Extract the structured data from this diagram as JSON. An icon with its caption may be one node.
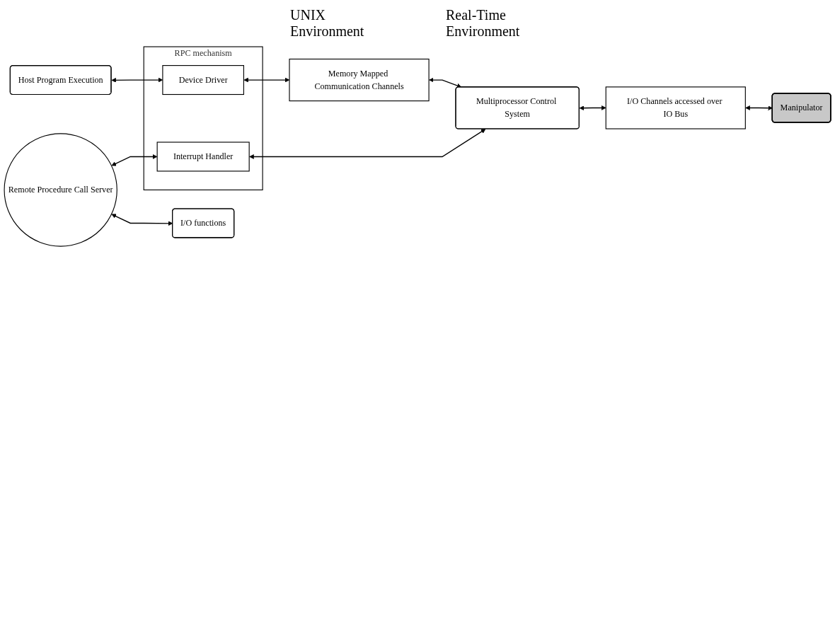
{
  "diagram": {
    "nodes": [
      {
        "text": [
          "Host Program Execution"
        ]
      },
      {
        "text": [
          "RPC mechanism"
        ]
      },
      {
        "text": [
          "Device Driver"
        ],
        "in": 1
      },
      {
        "text": [
          "Interrupt Handler"
        ],
        "in": 1
      },
      {
        "text": [
          "Remote Procedure Call Server"
        ]
      },
      {
        "text": [
          "Memory Mapped Communication Channels"
        ]
      },
      {
        "text": [
          "Multiprocessor Control System"
        ]
      },
      {
        "text": [
          "I/O functions"
        ]
      },
      {
        "text": [
          "I/O Channels accessed over IO Bus"
        ]
      },
      {
        "text": [
          "Manipulator"
        ]
      }
    ],
    "edges": [
      {
        "from": 0,
        "to": 2,
        "arrow": "both"
      },
      {
        "from": 4,
        "to": 3,
        "arrow": "both"
      },
      {
        "from": 2,
        "to": 5,
        "arrow": "both"
      },
      {
        "from": 3,
        "to": 6,
        "arrow": "both"
      },
      {
        "from": 5,
        "to": 6,
        "arrow": "both"
      },
      {
        "from": 4,
        "to": 7,
        "arrow": "both"
      },
      {
        "from": 6,
        "to": 8,
        "arrow": "both"
      },
      {
        "from": 8,
        "to": 9,
        "arrow": "both"
      }
    ],
    "labels": [
      "UNIX Environment",
      "Real-Time Environment"
    ]
  }
}
